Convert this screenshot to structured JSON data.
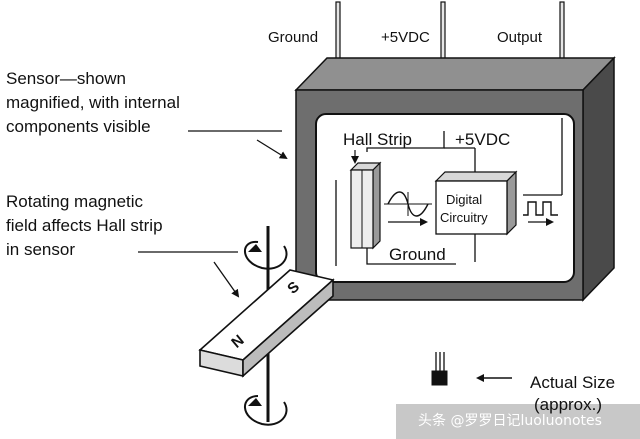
{
  "pins": {
    "ground": "Ground",
    "vdc": "+5VDC",
    "output": "Output"
  },
  "sensor_caption": {
    "line1": "Sensor—shown",
    "line2": "magnified, with internal",
    "line3": "components visible"
  },
  "field_caption": {
    "line1": "Rotating magnetic",
    "line2": "field affects Hall strip",
    "line3": "in sensor"
  },
  "inner": {
    "hall_strip": "Hall Strip",
    "vdc": "+5VDC",
    "ground": "Ground",
    "digital_line1": "Digital",
    "digital_line2": "Circuitry"
  },
  "magnet": {
    "south": "S",
    "north": "N"
  },
  "actual_size": {
    "line1": "Actual Size",
    "line2": "(approx.)"
  },
  "watermark": "头条 @罗罗日记luoluonotes"
}
